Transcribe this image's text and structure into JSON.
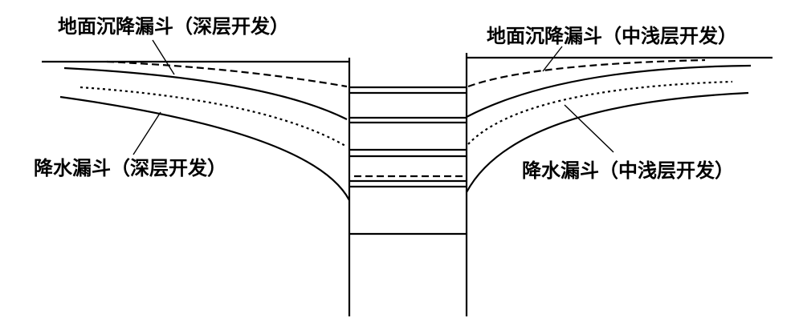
{
  "labels": {
    "subsidence_deep": "地面沉降漏斗（深层开发）",
    "subsidence_shallow": "地面沉降漏斗（中浅层开发）",
    "drawdown_deep": "降水漏斗（深层开发）",
    "drawdown_shallow": "降水漏斗（中浅层开发）"
  },
  "colors": {
    "line": "#000000",
    "background": "#ffffff"
  }
}
